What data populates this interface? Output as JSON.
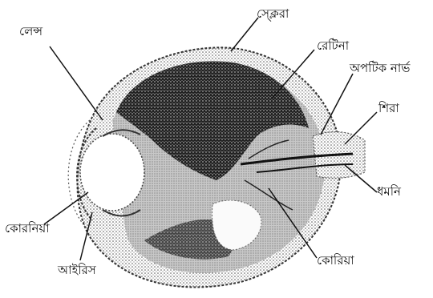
{
  "diagram": {
    "labels": {
      "lens": "লেন্স",
      "sclera": "স্ক্লেরা",
      "retina": "রেটিনা",
      "optic_nerve": "অপটিক নার্ভ",
      "vein": "শিরা",
      "artery": "ধমনি",
      "cornea": "কোরনিয়া",
      "iris": "আইরিস",
      "choroid": "কোরিয়া"
    }
  }
}
